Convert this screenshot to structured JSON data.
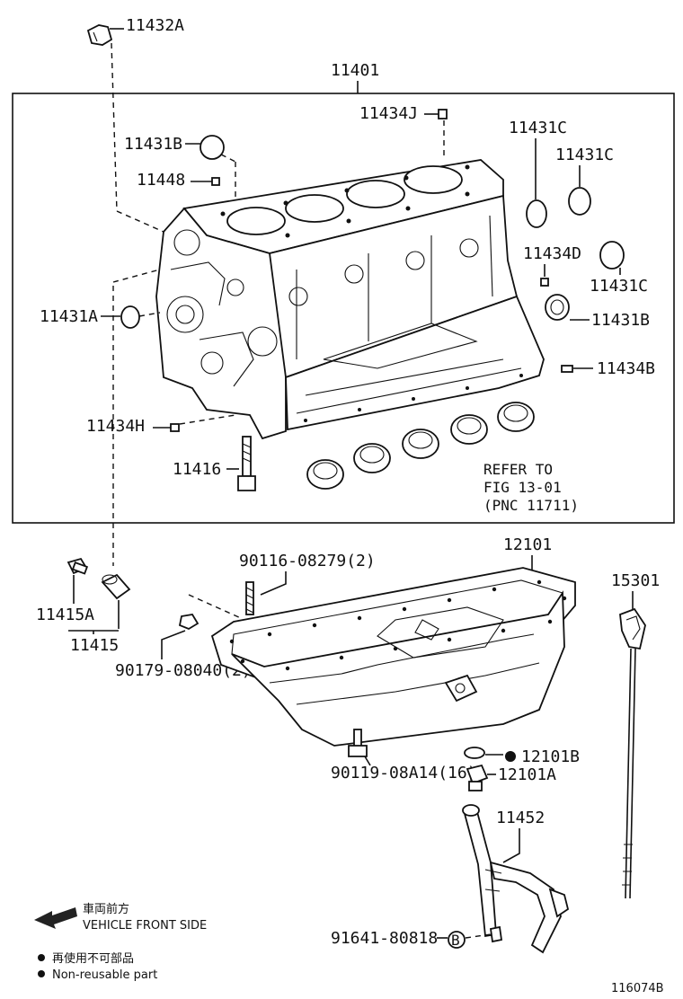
{
  "labels": {
    "p11432A": "11432A",
    "p11401": "11401",
    "p11434J": "11434J",
    "p11431B_top": "11431B",
    "p11448": "11448",
    "p11431C_1": "11431C",
    "p11431C_2": "11431C",
    "p11434D": "11434D",
    "p11431C_3": "11431C",
    "p11431A": "11431A",
    "p11431B_right": "11431B",
    "p11434B": "11434B",
    "p11434H": "11434H",
    "p11416": "11416",
    "refer_line1": "REFER TO",
    "refer_line2": "FIG 13-01",
    "refer_line3": "(PNC 11711)",
    "p12101": "12101",
    "p90116": "90116-08279(2)",
    "p15301": "15301",
    "p11415A": "11415A",
    "p11415": "11415",
    "p90179": "90179-08040(2)",
    "p12101B": "12101B",
    "p90119": "90119-08A14(16)",
    "p12101A": "12101A",
    "p11452": "11452",
    "p91641": "91641-80818",
    "circle_b": "B"
  },
  "legend": {
    "front_jp": "車両前方",
    "front_en": "VEHICLE FRONT SIDE",
    "nonreuse_jp": "再使用不可部品",
    "nonreuse_en": "Non-reusable part"
  },
  "figure_id": "116074B"
}
